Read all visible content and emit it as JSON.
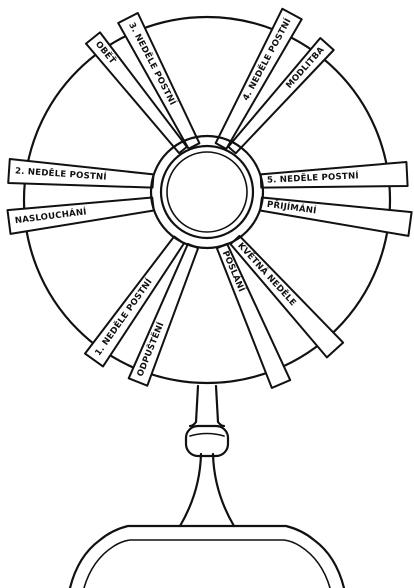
{
  "rays": [
    {
      "id": "obet",
      "label": "OBĚŤ"
    },
    {
      "id": "nedele-3",
      "label": "3. NEDĚLE POSTNÍ"
    },
    {
      "id": "nedele-4",
      "label": "4. NEDĚLE POSTNÍ"
    },
    {
      "id": "modlitba",
      "label": "MODLITBA"
    },
    {
      "id": "nedele-2",
      "label": "2. NEDĚLE POSTNÍ"
    },
    {
      "id": "nasloucheni",
      "label": "NASLOUCHÁNÍ"
    },
    {
      "id": "nedele-5",
      "label": "5. NEDĚLE POSTNÍ"
    },
    {
      "id": "prijimani",
      "label": "PŘIJÍMÁNÍ"
    },
    {
      "id": "nedele-1",
      "label": "1. NEDĚLE POSTNÍ"
    },
    {
      "id": "odpusteni",
      "label": "ODPUŠTĚNÍ"
    },
    {
      "id": "kvetna",
      "label": "KVĚTNÁ NEDĚLE"
    },
    {
      "id": "poslani",
      "label": "POSLÁNÍ"
    }
  ],
  "colors": {
    "ink": "#111111",
    "paper": "#ffffff"
  }
}
